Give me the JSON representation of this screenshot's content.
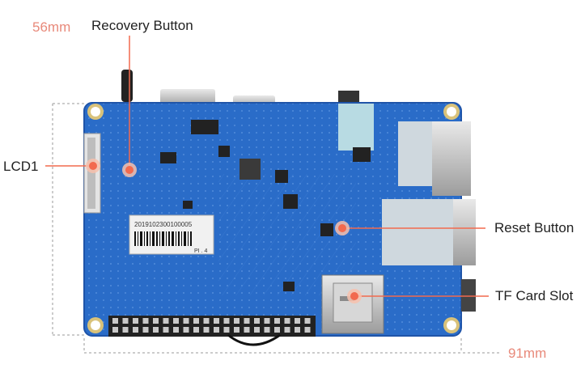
{
  "callouts": {
    "recovery_button": "Recovery Button",
    "lcd": "LCD1",
    "reset_button": "Reset Button",
    "tf_card_slot": "TF Card Slot"
  },
  "dimensions": {
    "height": "56mm",
    "width": "91mm"
  },
  "board": {
    "sticker_serial": "2019102300100005",
    "sticker_code": "PI . 4"
  },
  "colors": {
    "pcb": "#2a6cc8",
    "pcb_dark": "#1f54a8",
    "callout": "#f26a4f",
    "dimension": "#e8897a",
    "header_pins": "#c9c9c9"
  }
}
